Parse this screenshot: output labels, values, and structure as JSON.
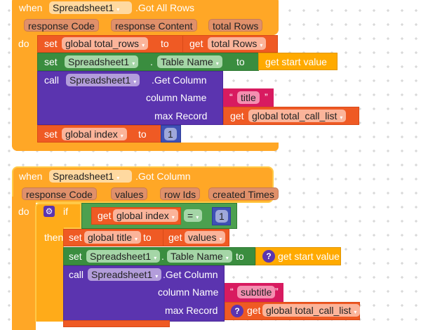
{
  "event1": {
    "when": "when",
    "component": "Spreadsheet1",
    "event": ".Got All Rows",
    "params": [
      "response Code",
      "response Content",
      "total Rows"
    ],
    "do": "do",
    "stmt1": {
      "set": "set",
      "var": "global total_rows",
      "to": "to",
      "get": "get",
      "value": "total Rows"
    },
    "stmt2": {
      "set": "set",
      "component": "Spreadsheet1",
      "dot": ".",
      "prop": "Table Name",
      "to": "to",
      "value": "get start value"
    },
    "stmt3": {
      "call": "call",
      "component": "Spreadsheet1",
      "method": ".Get Column",
      "arg1": "column Name",
      "arg1_value": "title",
      "arg2": "max Record",
      "get": "get",
      "arg2_value": "global total_call_list"
    },
    "stmt4": {
      "set": "set",
      "var": "global index",
      "to": "to",
      "value": "1"
    }
  },
  "event2": {
    "when": "when",
    "component": "Spreadsheet1",
    "event": ".Got Column",
    "params": [
      "response Code",
      "values",
      "row Ids",
      "created Times"
    ],
    "do": "do",
    "if": {
      "if": "if",
      "then": "then",
      "get": "get",
      "var": "global index",
      "op": "=",
      "value": "1"
    },
    "stmt1": {
      "set": "set",
      "var": "global title",
      "to": "to",
      "get": "get",
      "value": "values"
    },
    "stmt2": {
      "set": "set",
      "component": "Spreadsheet1",
      "dot": ".",
      "prop": "Table Name",
      "to": "to",
      "value": "get start value"
    },
    "stmt3": {
      "call": "call",
      "component": "Spreadsheet1",
      "method": ".Get Column",
      "arg1": "column Name",
      "arg1_value": "subtitle",
      "arg2": "max Record",
      "get": "get",
      "arg2_value": "global total_call_list"
    }
  },
  "icons": {
    "dropdown": "▾",
    "question": "?",
    "gear": "⚙",
    "open_quote": "“",
    "close_quote": "”"
  }
}
